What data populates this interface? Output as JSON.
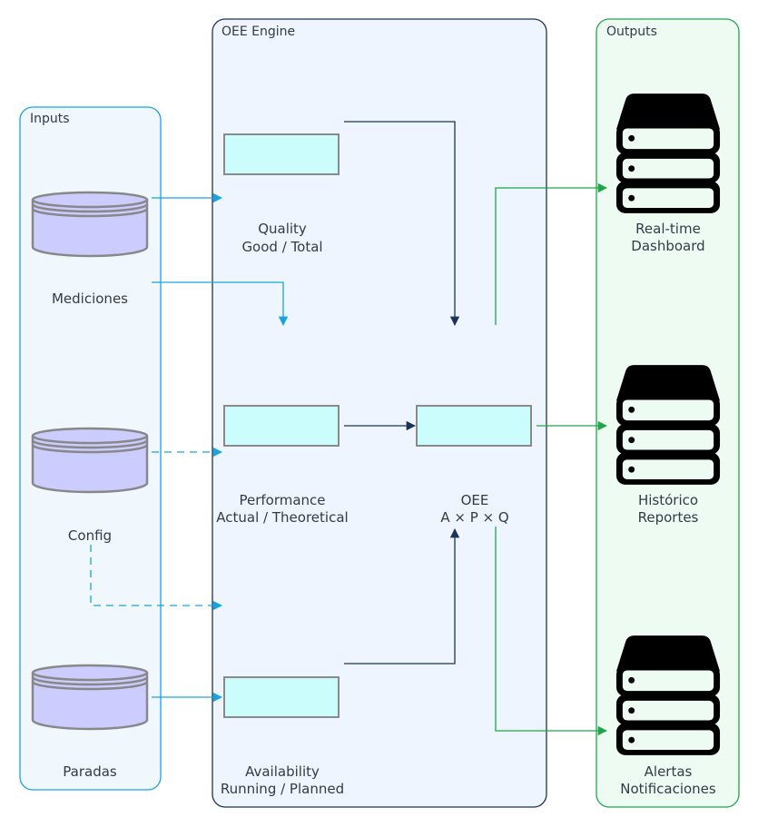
{
  "diagram": {
    "colors": {
      "inputs_border": "#1aa3e0",
      "inputs_fill": "#f0f7fd",
      "engine_border": "#1c3358",
      "engine_fill": "#eef5fe",
      "outputs_border": "#1fa64a",
      "outputs_fill": "#eefbf3",
      "process_fill": "#ccfdfd",
      "process_border": "#8a8a8a",
      "db_fill": "#ccccff",
      "db_border": "#888888",
      "edge_input": "#1aa3e0",
      "edge_engine": "#1c3358",
      "edge_output": "#1fa64a",
      "server_icon": "#000000"
    },
    "clusters": {
      "inputs": {
        "label": "Inputs"
      },
      "engine": {
        "label": "OEE Engine"
      },
      "outputs": {
        "label": "Outputs"
      }
    },
    "inputs": [
      {
        "id": "mediciones",
        "label": "Mediciones",
        "icon": "database-icon"
      },
      {
        "id": "config",
        "label": "Config",
        "icon": "database-icon"
      },
      {
        "id": "paradas",
        "label": "Paradas",
        "icon": "database-icon"
      }
    ],
    "engine_nodes": [
      {
        "id": "quality",
        "line1": "Quality",
        "line2": "Good / Total"
      },
      {
        "id": "performance",
        "line1": "Performance",
        "line2": "Actual / Theoretical"
      },
      {
        "id": "availability",
        "line1": "Availability",
        "line2": "Running / Planned"
      },
      {
        "id": "oee",
        "line1": "OEE",
        "line2": "A × P × Q"
      }
    ],
    "outputs": [
      {
        "id": "dashboard",
        "line1": "Real-time",
        "line2": "Dashboard",
        "icon": "server-icon"
      },
      {
        "id": "historico",
        "line1": "Histórico",
        "line2": "Reportes",
        "icon": "server-icon"
      },
      {
        "id": "alertas",
        "line1": "Alertas",
        "line2": "Notificaciones",
        "icon": "server-icon"
      }
    ],
    "edges": [
      {
        "from": "mediciones",
        "to": "quality",
        "style": "solid"
      },
      {
        "from": "mediciones",
        "to": "performance",
        "style": "solid"
      },
      {
        "from": "config",
        "to": "performance",
        "style": "dashed"
      },
      {
        "from": "config",
        "to": "availability",
        "style": "dashed"
      },
      {
        "from": "paradas",
        "to": "availability",
        "style": "solid"
      },
      {
        "from": "quality",
        "to": "oee",
        "style": "solid"
      },
      {
        "from": "performance",
        "to": "oee",
        "style": "solid"
      },
      {
        "from": "availability",
        "to": "oee",
        "style": "solid"
      },
      {
        "from": "oee",
        "to": "dashboard",
        "style": "solid"
      },
      {
        "from": "oee",
        "to": "historico",
        "style": "solid"
      },
      {
        "from": "oee",
        "to": "alertas",
        "style": "solid"
      }
    ]
  }
}
